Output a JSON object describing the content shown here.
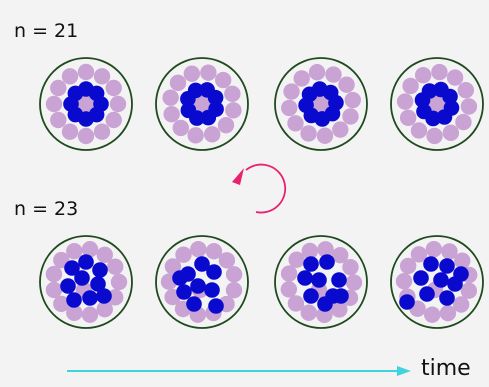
{
  "labels": {
    "top_row": "n = 21",
    "bottom_row": "n = 23",
    "time_axis": "time"
  },
  "colors": {
    "background": "#f3f3f4",
    "circle_outline": "#1e4a1e",
    "outer_particle": "#c9a3d3",
    "inner_particle": "#0a0acf",
    "rotation_arrow": "#e8226d",
    "time_arrow": "#3fd3dc"
  },
  "rows": [
    {
      "name": "n-21",
      "particle_count": 21,
      "frames": 4
    },
    {
      "name": "n-23",
      "particle_count": 23,
      "frames": 4
    }
  ]
}
